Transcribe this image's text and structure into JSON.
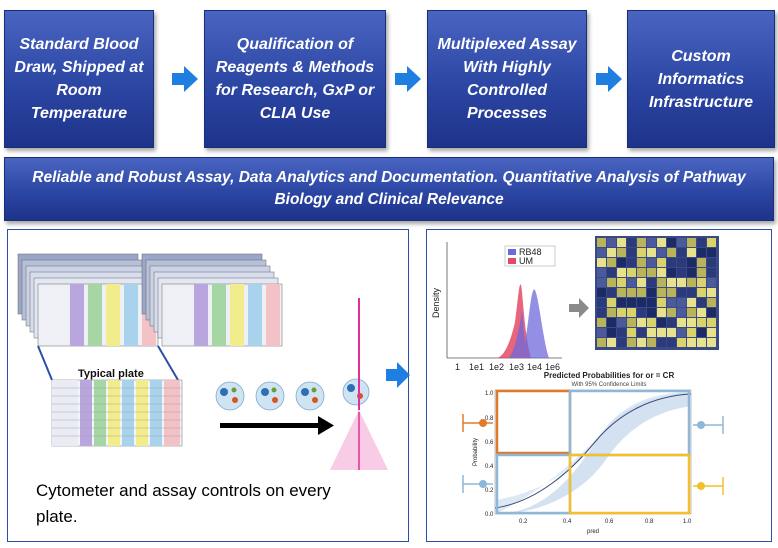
{
  "steps": [
    {
      "label": "Standard Blood Draw, Shipped at Room Temperature"
    },
    {
      "label": "Qualification of Reagents & Methods for Research, GxP or CLIA Use"
    },
    {
      "label": "Multiplexed Assay With Highly Controlled Processes"
    },
    {
      "label": "Custom Informatics Infrastructure"
    }
  ],
  "banner": "Reliable and Robust Assay,  Data Analytics and Documentation.  Quantitative  Analysis of Pathway Biology and Clinical Relevance",
  "left_panel": {
    "plate_label": "Typical plate",
    "caption": "Cytometer and assay controls on every plate."
  },
  "histogram": {
    "ylabel": "Density",
    "legend": [
      "RB48",
      "UM"
    ],
    "ticks": [
      "1",
      "1e1",
      "1e2",
      "1e3",
      "1e4",
      "1e6"
    ]
  },
  "prob_plot": {
    "title": "Predicted Probabilities for or = CR",
    "subtitle": "With 95% Confidence Limits",
    "ylabel": "Probability",
    "xlabel": "pred",
    "xticks": [
      "0.2",
      "0.4",
      "0.6",
      "0.8",
      "1.0"
    ],
    "yticks": [
      "1.0",
      "0.8",
      "0.6",
      "0.4",
      "0.2",
      "0.0"
    ]
  },
  "colors": {
    "box_blue": "#2c46a4",
    "arrow_blue": "#1f7fe0",
    "orange": "#e07b2e",
    "yellow": "#f2c02c",
    "light_blue": "#8fb7d8"
  }
}
